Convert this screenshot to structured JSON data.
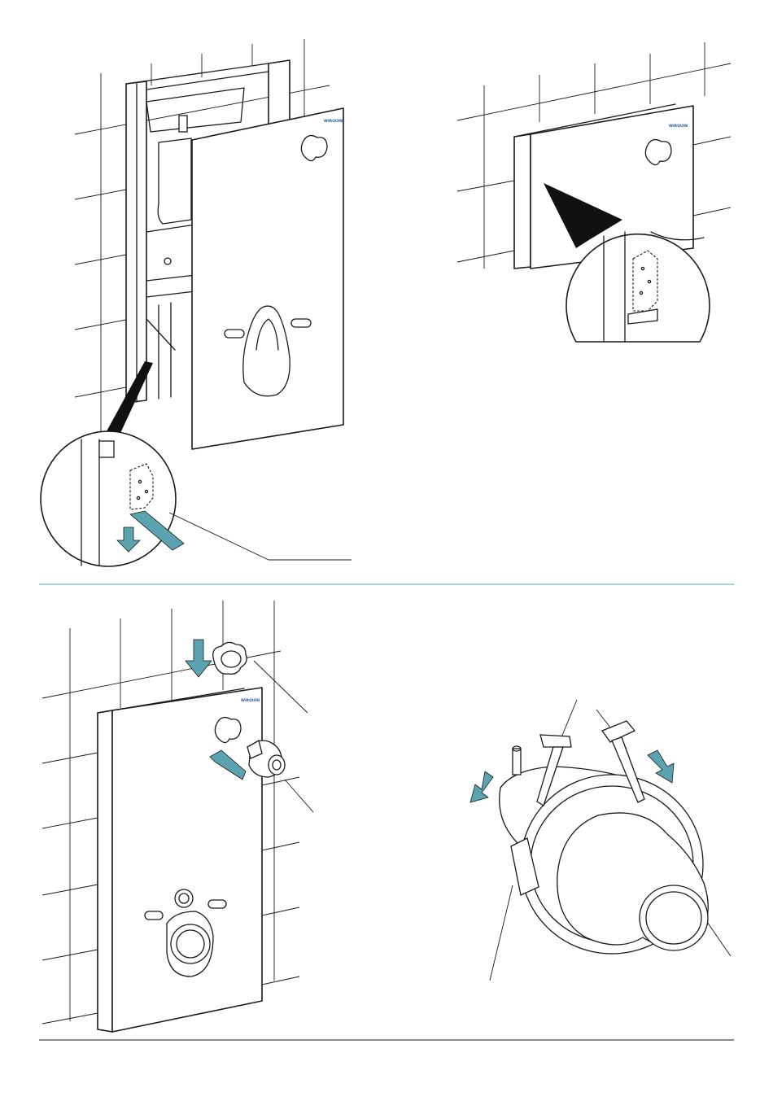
{
  "document": {
    "colors": {
      "line": "#1a1a1a",
      "accent": "#5ba3b0",
      "divider": "#6fb6c2",
      "brand": "#2a5aa0"
    },
    "brand_mark": "WIRQUIN",
    "steps": [
      {
        "id": "step-1",
        "content": "panel-fixing-with-clip-detail"
      },
      {
        "id": "step-2",
        "content": "panel-mounted-with-bracket-detail"
      },
      {
        "id": "step-3",
        "content": "flush-cover-ring-and-valve-insertion"
      },
      {
        "id": "step-4",
        "content": "dual-flush-button-mechanism"
      }
    ],
    "icons": [
      "down-arrow-icon",
      "diagonal-arrow-icon",
      "magnifier-callout-icon"
    ]
  }
}
